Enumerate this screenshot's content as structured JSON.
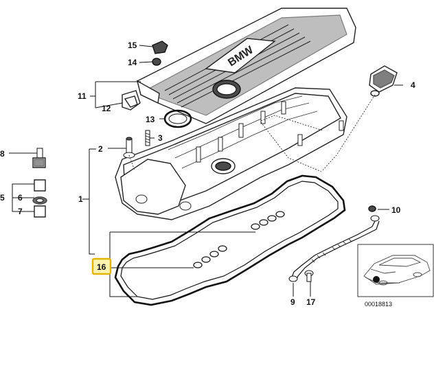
{
  "callouts": {
    "c1": "1",
    "c2": "2",
    "c3": "3",
    "c4": "4",
    "c5": "5",
    "c6": "6",
    "c7": "7",
    "c8": "8",
    "c9": "9",
    "c10": "10",
    "c11": "11",
    "c12": "12",
    "c13": "13",
    "c14": "14",
    "c15": "15",
    "c16": "16",
    "c17": "17"
  },
  "highlighted_callout": "16",
  "colors": {
    "highlight_fill": "#fff3b0",
    "highlight_border": "#e0b400",
    "line": "#111111"
  },
  "inset": {
    "caption": "00018813"
  }
}
